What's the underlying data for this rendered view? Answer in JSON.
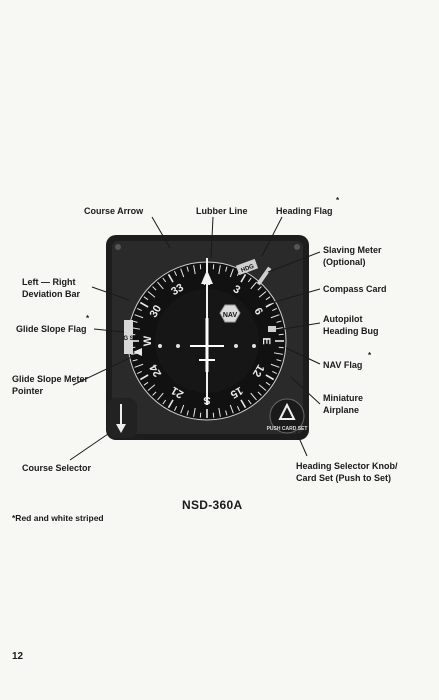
{
  "diagram": {
    "model": "NSD-360A",
    "footnote": "*Red and white striped",
    "page_number": "12",
    "asterisk": "*",
    "callouts": {
      "course_arrow": "Course Arrow",
      "lubber_line": "Lubber Line",
      "heading_flag": "Heading Flag",
      "slaving_meter_1": "Slaving Meter",
      "slaving_meter_2": "(Optional)",
      "compass_card": "Compass Card",
      "left_right_1": "Left — Right",
      "left_right_2": "Deviation Bar",
      "glide_slope_flag": "Glide Slope Flag",
      "autopilot_1": "Autopilot",
      "autopilot_2": "Heading Bug",
      "nav_flag": "NAV Flag",
      "gs_pointer_1": "Glide Slope Meter",
      "gs_pointer_2": "Pointer",
      "mini_airplane_1": "Miniature",
      "mini_airplane_2": "Airplane",
      "course_selector": "Course Selector",
      "knob_1": "Heading Selector Knob/",
      "knob_2": "Card Set (Push to Set)"
    },
    "instrument": {
      "nav_flag_text": "NAV",
      "hdg_flag_text": "HDG",
      "knob_text": "PUSH CARD SET",
      "gs_flag_text": "G S"
    }
  }
}
